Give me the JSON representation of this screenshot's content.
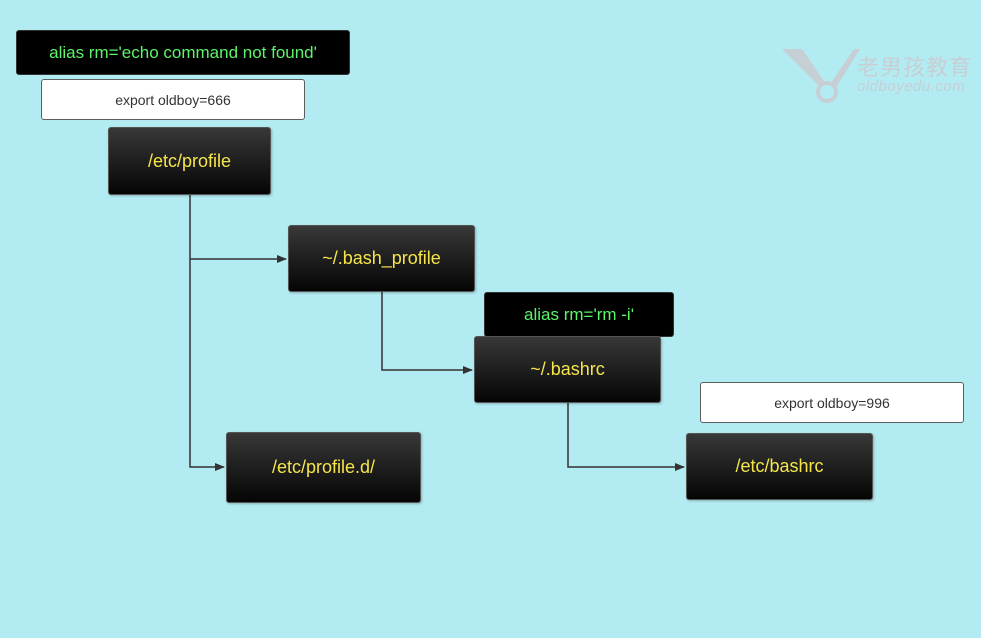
{
  "watermark": {
    "cn": "老男孩教育",
    "en": "oldboyedu.com"
  },
  "nodes": {
    "alias_global": "alias rm='echo command not found'",
    "export_global": "export oldboy=666",
    "etc_profile": "/etc/profile",
    "bash_profile": "~/.bash_profile",
    "alias_user": "alias rm='rm -i'",
    "bashrc": "~/.bashrc",
    "export_user": "export oldboy=996",
    "etc_profile_d": "/etc/profile.d/",
    "etc_bashrc": "/etc/bashrc"
  },
  "edges": [
    {
      "from": "etc_profile",
      "to": "bash_profile"
    },
    {
      "from": "etc_profile",
      "to": "etc_profile_d"
    },
    {
      "from": "bash_profile",
      "to": "bashrc"
    },
    {
      "from": "bashrc",
      "to": "etc_bashrc"
    }
  ],
  "colors": {
    "background": "#b2ebf2",
    "node_text": "#f6e54a",
    "alias_text": "#5cf46a",
    "connector": "#333333"
  }
}
